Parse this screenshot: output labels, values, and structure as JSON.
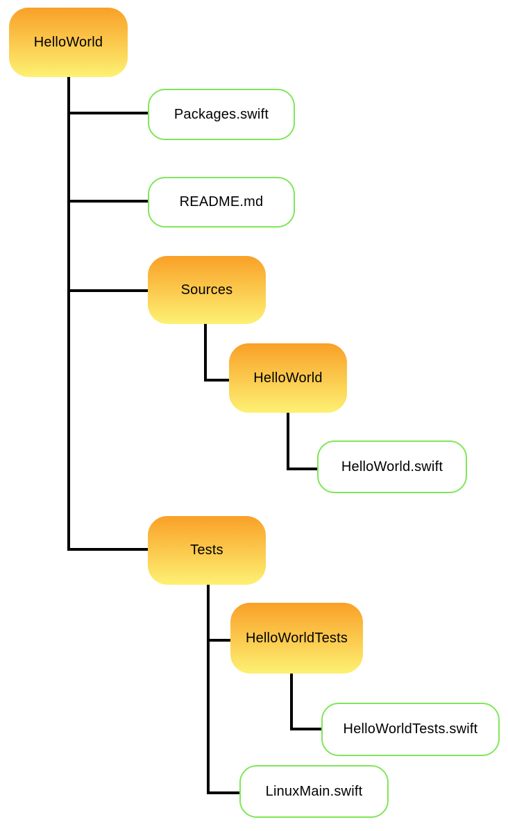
{
  "diagram": {
    "description": "Directory tree of a Swift package named HelloWorld",
    "colors": {
      "background": "#FFFFFF",
      "folder_gradient_top": "#F9A027",
      "folder_gradient_bottom": "#FDF173",
      "file_fill": "#FFFFFF",
      "file_border": "#7FE659",
      "connector": "#000000",
      "text": "#000000"
    },
    "nodes": [
      {
        "id": "root",
        "label": "HelloWorld",
        "kind": "folder"
      },
      {
        "id": "packages-swift",
        "label": "Packages.swift",
        "kind": "file"
      },
      {
        "id": "readme-md",
        "label": "README.md",
        "kind": "file"
      },
      {
        "id": "sources",
        "label": "Sources",
        "kind": "folder"
      },
      {
        "id": "sources-helloworld",
        "label": "HelloWorld",
        "kind": "folder"
      },
      {
        "id": "helloworld-swift",
        "label": "HelloWorld.swift",
        "kind": "file"
      },
      {
        "id": "tests",
        "label": "Tests",
        "kind": "folder"
      },
      {
        "id": "helloworldtests",
        "label": "HelloWorldTests",
        "kind": "folder"
      },
      {
        "id": "helloworldtests-swift",
        "label": "HelloWorldTests.swift",
        "kind": "file"
      },
      {
        "id": "linuxmain-swift",
        "label": "LinuxMain.swift",
        "kind": "file"
      }
    ],
    "edges": [
      {
        "parent": "root",
        "child": "packages-swift"
      },
      {
        "parent": "root",
        "child": "readme-md"
      },
      {
        "parent": "root",
        "child": "sources"
      },
      {
        "parent": "root",
        "child": "tests"
      },
      {
        "parent": "sources",
        "child": "sources-helloworld"
      },
      {
        "parent": "sources-helloworld",
        "child": "helloworld-swift"
      },
      {
        "parent": "tests",
        "child": "helloworldtests"
      },
      {
        "parent": "tests",
        "child": "linuxmain-swift"
      },
      {
        "parent": "helloworldtests",
        "child": "helloworldtests-swift"
      }
    ]
  }
}
